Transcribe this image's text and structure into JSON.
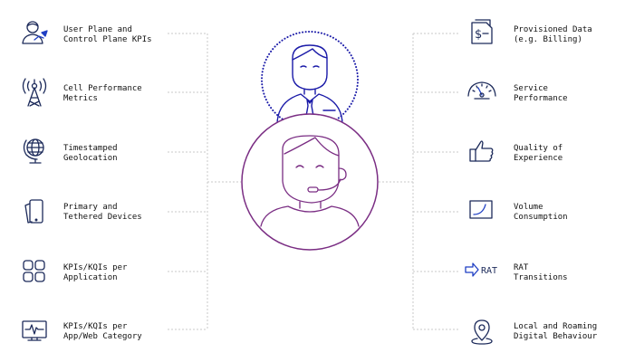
{
  "colors": {
    "agent_blue": "#1a1aa8",
    "customer_purple": "#7a2d83",
    "connector_gray": "#c8c8c8",
    "icon_navy": "#1c2a5a",
    "icon_accent": "#1f3fc4"
  },
  "left_items": [
    {
      "icon": "user-kpi-icon",
      "line1": "User Plane and",
      "line2": "Control Plane KPIs"
    },
    {
      "icon": "cell-tower-icon",
      "line1": "Cell Performance",
      "line2": "Metrics"
    },
    {
      "icon": "globe-icon",
      "line1": "Timestamped",
      "line2": "Geolocation"
    },
    {
      "icon": "devices-icon",
      "line1": "Primary and",
      "line2": "Tethered Devices"
    },
    {
      "icon": "app-grid-icon",
      "line1": "KPIs/KQIs per",
      "line2": "Application"
    },
    {
      "icon": "monitor-pulse-icon",
      "line1": "KPIs/KQIs per",
      "line2": "App/Web Category"
    }
  ],
  "right_items": [
    {
      "icon": "billing-document-icon",
      "line1": "Provisioned Data",
      "line2": "(e.g. Billing)"
    },
    {
      "icon": "speedometer-icon",
      "line1": "Service",
      "line2": "Performance"
    },
    {
      "icon": "thumbs-up-icon",
      "line1": "Quality of",
      "line2": "Experience"
    },
    {
      "icon": "volume-chart-icon",
      "line1": "Volume",
      "line2": "Consumption"
    },
    {
      "icon": "rat-arrow-icon",
      "line1": "RAT",
      "line2": "Transitions",
      "icon_text": "RAT"
    },
    {
      "icon": "location-pin-icon",
      "line1": "Local and Roaming",
      "line2": "Digital Behaviour"
    }
  ]
}
